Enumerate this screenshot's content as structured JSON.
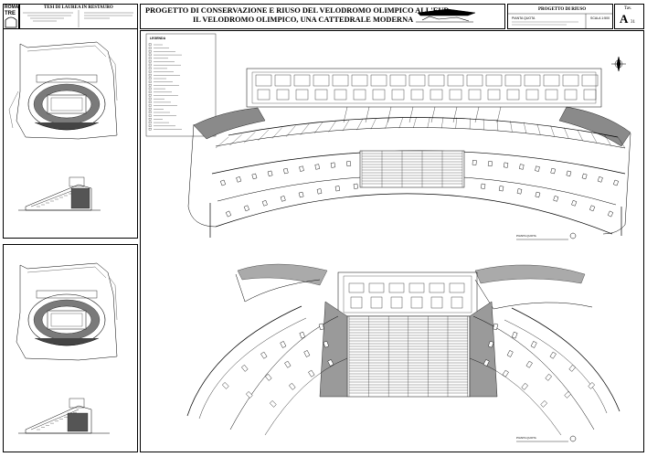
{
  "header": {
    "logo_text_1": "ROMA",
    "logo_text_2": "TRE",
    "thesis_label": "TESI DI LAUREA IN RESTAURO",
    "title_line_1": "PROGETTO DI CONSERVAZIONE E RIUSO DEL VELODROMO OLIMPICO ALL'EUR",
    "title_line_2": "IL VELODROMO OLIMPICO, UNA CATTEDRALE MODERNA",
    "project_label": "PROGETTO DI RIUSO",
    "sheet_label": "PIANTA QUOTA",
    "scale": "SCALA 1:500",
    "tav_label": "Tav.",
    "tav_number": "A",
    "tav_sub": "31"
  },
  "legend": {
    "title": "LEGENDA"
  },
  "plans": {
    "upper_label": "PIANTA QUOTA",
    "lower_label": "PIANTA QUOTA"
  },
  "colors": {
    "line": "#000000",
    "grey": "#8a8a8a",
    "dark": "#3a3a3a"
  }
}
